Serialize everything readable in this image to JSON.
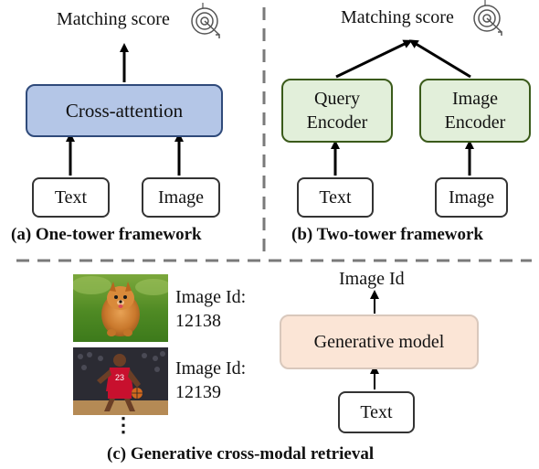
{
  "panel_a": {
    "score_label": "Matching score",
    "block_label": "Cross-attention",
    "input_text": "Text",
    "input_image": "Image",
    "caption": "(a) One-tower framework"
  },
  "panel_b": {
    "score_label": "Matching score",
    "query_encoder": "Query\nEncoder",
    "image_encoder": "Image\nEncoder",
    "input_text": "Text",
    "input_image": "Image",
    "caption": "(b) Two-tower framework"
  },
  "panel_c": {
    "output_label": "Image Id",
    "model_label": "Generative model",
    "input_text": "Text",
    "caption": "(c) Generative cross-modal retrieval",
    "examples": [
      {
        "id_label": "Image Id:",
        "id_value": "12138",
        "depicts": "dog-photo"
      },
      {
        "id_label": "Image Id:",
        "id_value": "12139",
        "depicts": "basketball-player-photo"
      }
    ],
    "more_marker": "⋮"
  },
  "colors": {
    "cross_attention_fill": "#b4c6e7",
    "encoder_fill": "#e2efda",
    "encoder_border": "#3a5a1a",
    "generative_fill": "#fbe5d6",
    "generative_border": "#d9c8bc",
    "divider": "#7a7a7a"
  },
  "icons": [
    "target-icon"
  ]
}
